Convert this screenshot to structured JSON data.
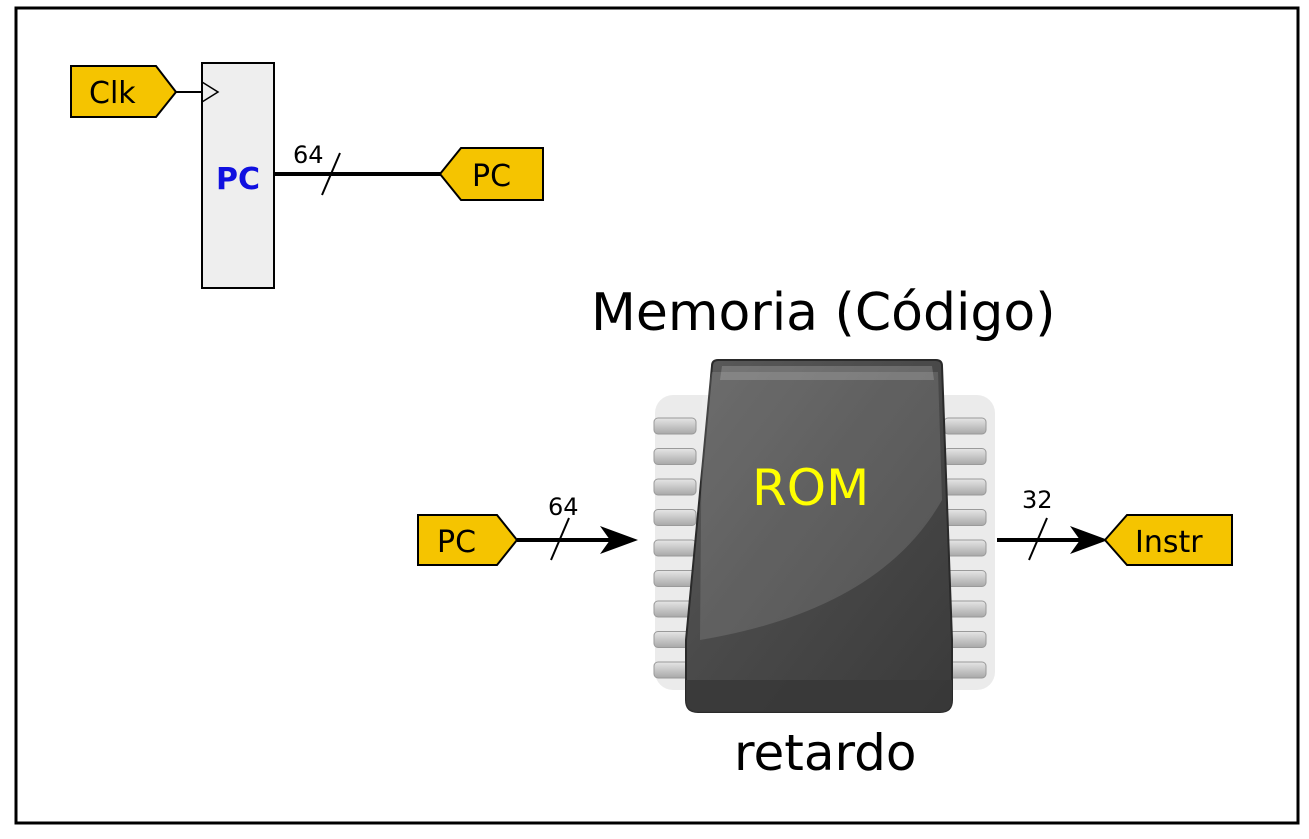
{
  "colors": {
    "tag_fill": "#f5c400",
    "pc_label": "#1010e0",
    "rom_label": "#ffff00",
    "register_fill": "#eeeeee"
  },
  "register": {
    "label": "PC",
    "clock_input": "Clk",
    "output_bus_width": "64",
    "output_tag": "PC"
  },
  "memory": {
    "title": "Memoria (Código)",
    "chip_label": "ROM",
    "caption": "retardo",
    "chip_icon": "rom-chip-icon",
    "input_tag": "PC",
    "input_bus_width": "64",
    "output_bus_width": "32",
    "output_tag": "Instr"
  }
}
